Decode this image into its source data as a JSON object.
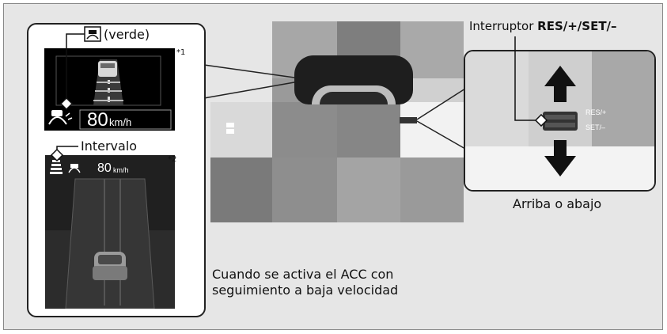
{
  "labels": {
    "verde": "(verde)",
    "intervalo": "Intervalo",
    "interruptor_prefix": "Interruptor ",
    "interruptor_bold": "RES/+/SET/–",
    "arriba_abajo": "Arriba o abajo",
    "footnote1": "*1",
    "footnote2": "*2",
    "note_line1": "Cuando se activa el ACC con",
    "note_line2": "seguimiento a baja velocidad"
  },
  "display1": {
    "speed": "80",
    "unit": "km/h"
  },
  "display2": {
    "speed": "80",
    "unit": "km/h"
  },
  "switch": {
    "res_label": "RES/+",
    "set_label": "SET/–"
  },
  "icons": [
    "acc-low-speed-follow-icon",
    "gap-interval-icon",
    "arrow-up-icon",
    "arrow-down-icon",
    "car-icon"
  ],
  "colors": {
    "background": "#e6e6e6",
    "outline": "#222222",
    "screen": "#000000"
  }
}
